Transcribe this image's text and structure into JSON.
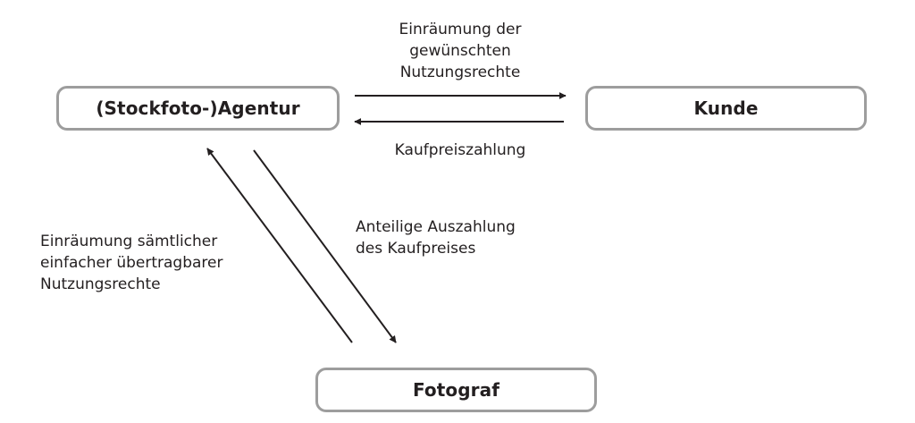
{
  "nodes": {
    "agency": "(Stockfoto-)Agentur",
    "customer": "Kunde",
    "photographer": "Fotograf"
  },
  "edges": {
    "rights_to_customer": [
      "Einräumung der",
      "gewünschten",
      "Nutzungsrechte"
    ],
    "purchase_payment": "Kaufpreiszahlung",
    "proportional_payout": [
      "Anteilige Auszahlung",
      "des Kaufpreises"
    ],
    "rights_to_agency": [
      "Einräumung sämtlicher",
      "einfacher übertragbarer",
      "Nutzungsrechte"
    ]
  },
  "colors": {
    "box_border": "#9d9d9d",
    "text": "#231f20",
    "arrow": "#231f20"
  }
}
